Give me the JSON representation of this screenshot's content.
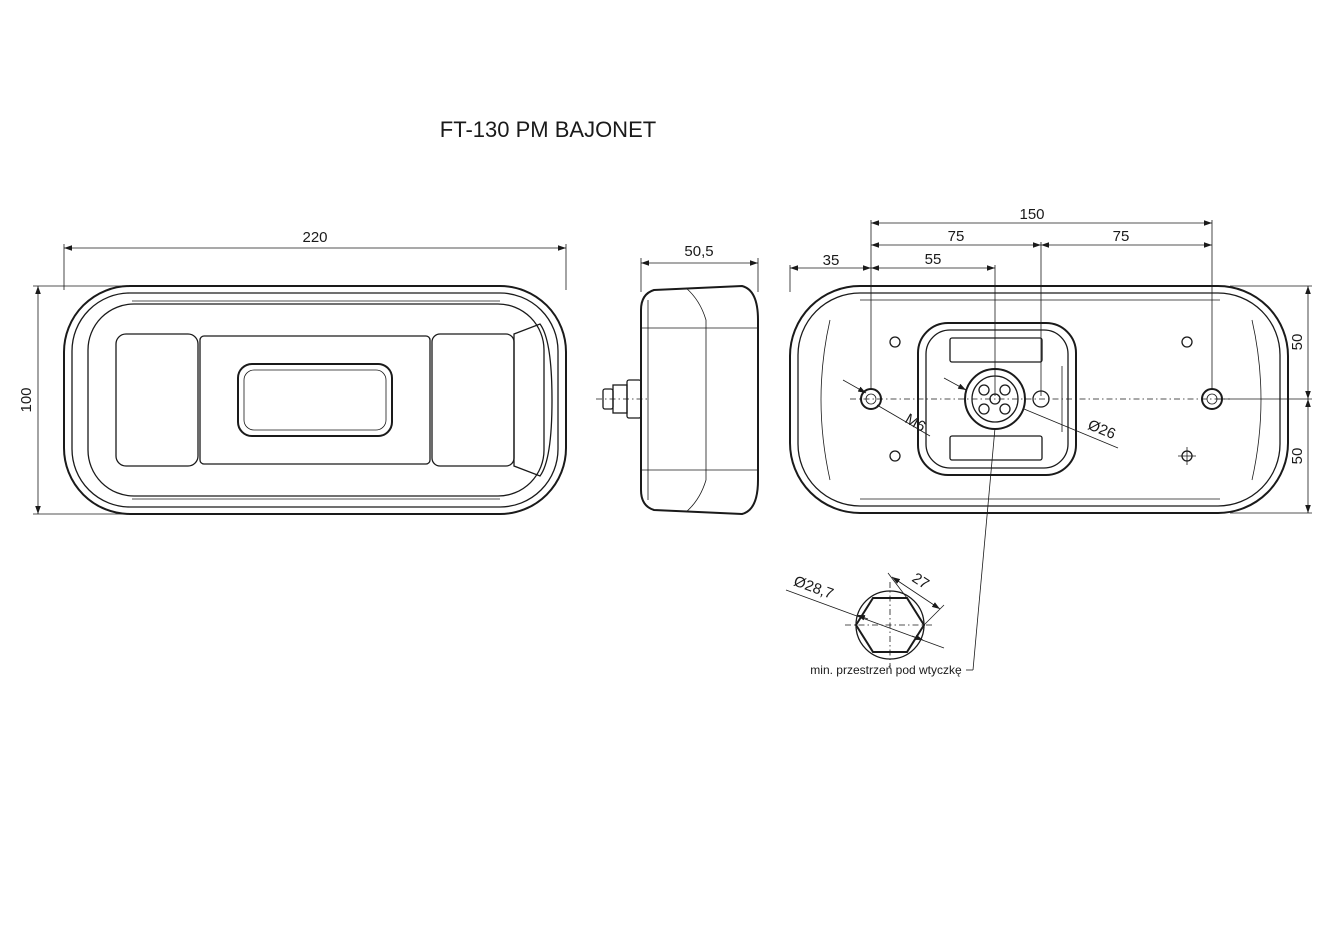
{
  "title": "FT-130 PM BAJONET",
  "front_view": {
    "width_label": "220",
    "height_label": "100"
  },
  "side_view": {
    "depth_label": "50,5"
  },
  "rear_view": {
    "span_label": "150",
    "half_left_label": "75",
    "half_right_label": "75",
    "offset_left_label": "35",
    "socket_offset_label": "55",
    "upper_half_label": "50",
    "lower_half_label": "50",
    "thread_label": "M6",
    "socket_diameter_label": "Ø26"
  },
  "plug_detail": {
    "diameter_label": "Ø28,7",
    "hex_label": "27",
    "note": "min. przestrzeń pod wtyczkę"
  },
  "colors": {
    "line": "#1a1a1a",
    "background": "#ffffff"
  }
}
